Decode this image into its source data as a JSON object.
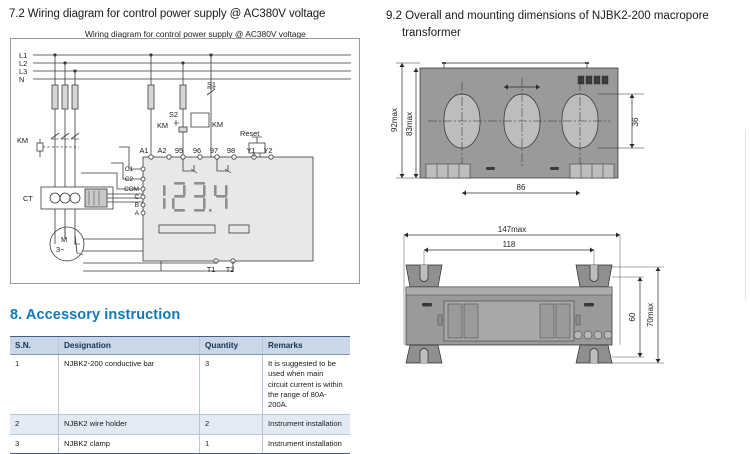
{
  "left": {
    "section_title": "7.2 Wiring diagram for control power supply @ AC380V voltage",
    "diagram_caption": "Wiring diagram for control power supply @ AC380V voltage",
    "wiring": {
      "supply_lines": [
        "L1",
        "L2",
        "L3",
        "N"
      ],
      "contactor_label": "KM",
      "ct_label": "CT",
      "motor_label_1": "M",
      "motor_label_2": "3~",
      "switch_s1": "S1",
      "switch_s2": "S2",
      "coil_km": "KM",
      "contact_km": "KM",
      "reset_label": "Reset",
      "top_terminals": [
        "A1",
        "A2",
        "95",
        "96",
        "97",
        "98",
        "Y1",
        "Y2"
      ],
      "left_terminals": [
        "C1",
        "C2",
        "COM",
        "C",
        "B",
        "A"
      ],
      "bottom_terminals": [
        "T1",
        "T2"
      ],
      "display_value": "1234"
    }
  },
  "accessory": {
    "heading": "8. Accessory instruction",
    "columns": [
      "S.N.",
      "Designation",
      "Quantity",
      "Remarks"
    ],
    "rows": [
      {
        "sn": "1",
        "designation": "NJBK2-200 conductive bar",
        "quantity": "3",
        "remarks": "It is suggested to be used when main circuit current is within the range of 80A-200A."
      },
      {
        "sn": "2",
        "designation": "NJBK2 wire holder",
        "quantity": "2",
        "remarks": "Instrument installation"
      },
      {
        "sn": "3",
        "designation": "NJBK2 clamp",
        "quantity": "1",
        "remarks": "Instrument installation"
      }
    ]
  },
  "right": {
    "section_title_line1": "9.2 Overall and mounting dimensions of NJBK2-200 macropore",
    "section_title_line2": "transformer",
    "front_view_dims": {
      "height_overall": "92max",
      "height_body": "83max",
      "hole_height": "36",
      "hole_spacing": "86"
    },
    "side_view_dims": {
      "width_overall": "147max",
      "mount_spacing": "118",
      "height_body": "60",
      "height_overall": "70max"
    }
  },
  "colors": {
    "heading_blue": "#1279b8",
    "table_header": "#c9d7e8",
    "table_alt_row": "#e3eaf4",
    "device_body": "#e8e8e8",
    "transformer_gray": "#9a9a9a",
    "line": "#3a3a3a"
  }
}
